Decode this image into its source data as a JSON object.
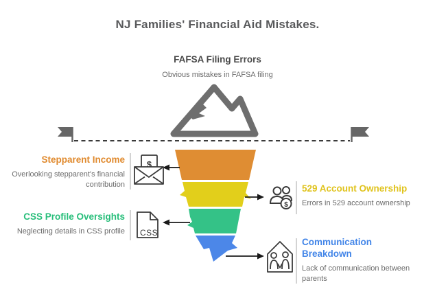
{
  "title": "NJ Families' Financial Aid Mistakes.",
  "top_stage": {
    "label": "FAFSA Filing Errors",
    "description": "Obvious mistakes in FAFSA filing",
    "icon": "mountain-icon"
  },
  "stages": [
    {
      "label": "Stepparent Income",
      "description": "Overlooking stepparent's financial contribution",
      "side": "left",
      "color": "#e08a2e",
      "segment_color": "#df8d33",
      "icon": "envelope-dollar-icon",
      "icon_glyph": "$"
    },
    {
      "label": "529 Account Ownership",
      "description": "Errors in 529 account ownership",
      "side": "right",
      "color": "#e0c31d",
      "segment_color": "#e2cf1b",
      "icon": "people-dollar-icon",
      "icon_glyph": "$"
    },
    {
      "label": "CSS Profile Oversights",
      "description": "Neglecting details in CSS profile",
      "side": "left",
      "color": "#27be7a",
      "segment_color": "#34c287",
      "icon": "css-file-icon",
      "icon_glyph": "CSS"
    },
    {
      "label": "Communication Breakdown",
      "description": "Lack of communication between parents",
      "side": "right",
      "color": "#4285e8",
      "segment_color": "#4c87e8",
      "icon": "house-family-icon"
    }
  ],
  "decorations": {
    "mountain_icon": "mountain-icon",
    "left_flag_icon": "flag-icon",
    "right_flag_icon": "flag-icon",
    "line_style": "dashed",
    "line_color": "#3a3a3a",
    "icon_stroke_color": "#3a3a3a",
    "mountain_color": "#6e6e6e"
  }
}
